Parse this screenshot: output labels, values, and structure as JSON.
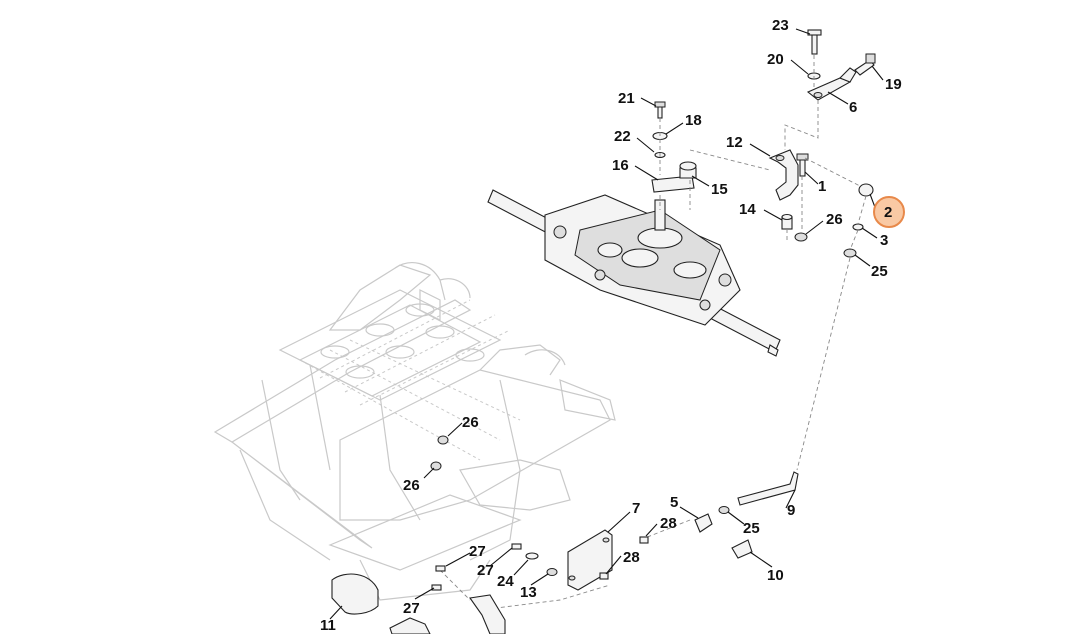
{
  "diagram": {
    "highlighted_callout": "2",
    "highlight_color": "#f9c9a4",
    "highlight_ring_color": "#e8894a",
    "callouts": [
      {
        "id": "c23",
        "text": "23"
      },
      {
        "id": "c20",
        "text": "20"
      },
      {
        "id": "c19",
        "text": "19"
      },
      {
        "id": "c6",
        "text": "6"
      },
      {
        "id": "c21",
        "text": "21"
      },
      {
        "id": "c18",
        "text": "18"
      },
      {
        "id": "c22",
        "text": "22"
      },
      {
        "id": "c12",
        "text": "12"
      },
      {
        "id": "c16",
        "text": "16"
      },
      {
        "id": "c15",
        "text": "15"
      },
      {
        "id": "c1",
        "text": "1"
      },
      {
        "id": "c2",
        "text": "2"
      },
      {
        "id": "c14",
        "text": "14"
      },
      {
        "id": "c26a",
        "text": "26"
      },
      {
        "id": "c3",
        "text": "3"
      },
      {
        "id": "c25a",
        "text": "25"
      },
      {
        "id": "c26b",
        "text": "26"
      },
      {
        "id": "c26c",
        "text": "26"
      },
      {
        "id": "c9",
        "text": "9"
      },
      {
        "id": "c7",
        "text": "7"
      },
      {
        "id": "c5",
        "text": "5"
      },
      {
        "id": "c28a",
        "text": "28"
      },
      {
        "id": "c25b",
        "text": "25"
      },
      {
        "id": "c27a",
        "text": "27"
      },
      {
        "id": "c27b",
        "text": "27"
      },
      {
        "id": "c24",
        "text": "24"
      },
      {
        "id": "c28b",
        "text": "28"
      },
      {
        "id": "c10",
        "text": "10"
      },
      {
        "id": "c13",
        "text": "13"
      },
      {
        "id": "c27c",
        "text": "27"
      },
      {
        "id": "c11",
        "text": "11"
      }
    ]
  }
}
